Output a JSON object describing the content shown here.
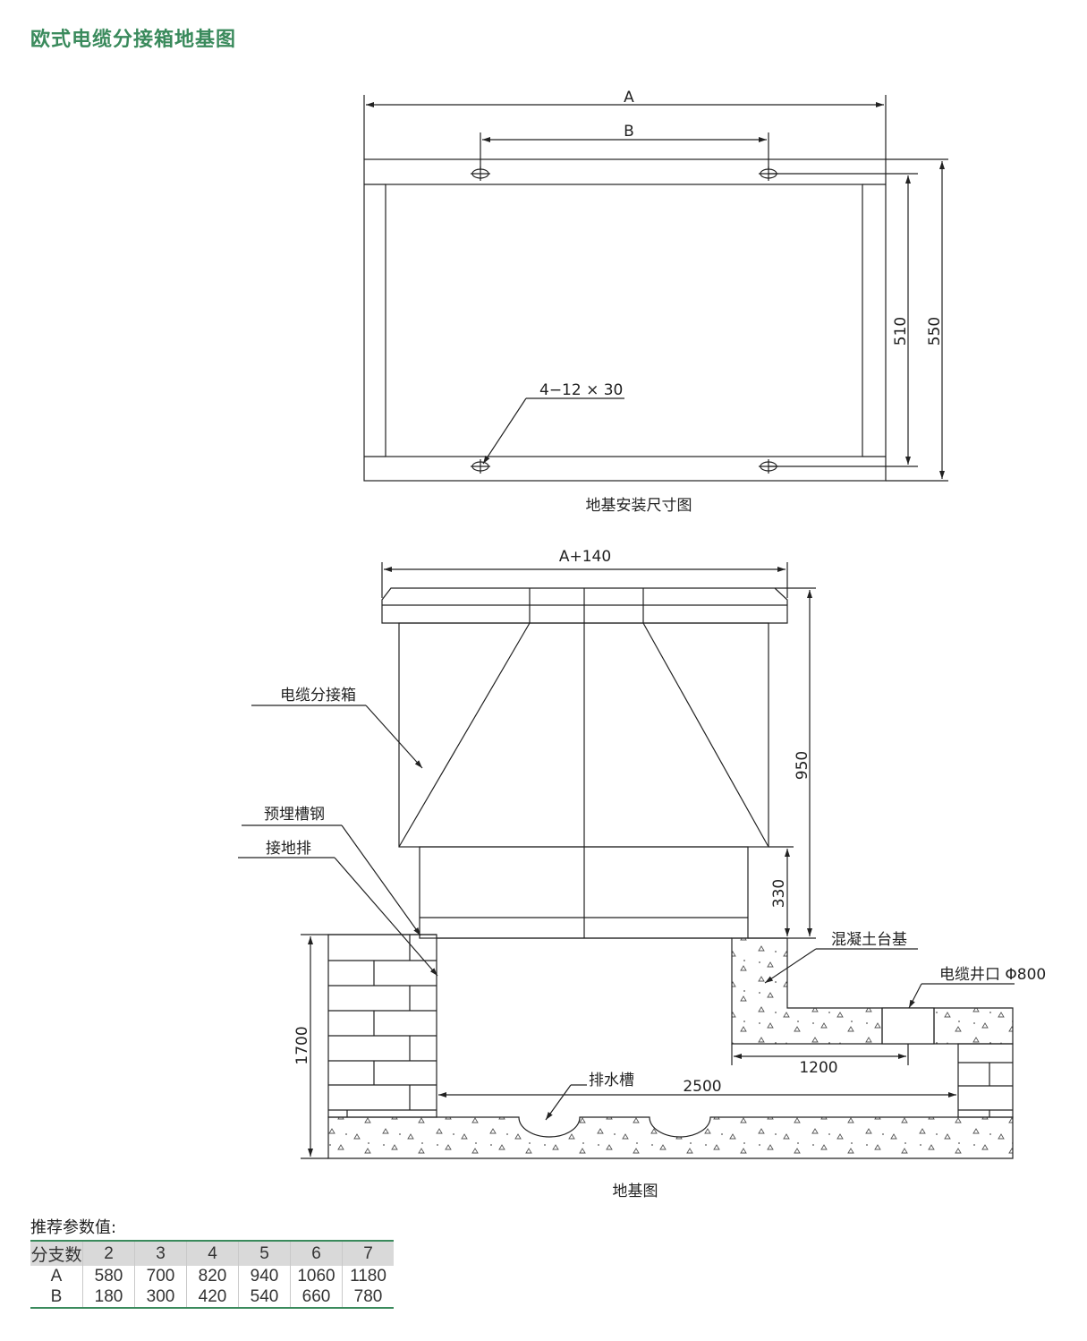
{
  "page": {
    "title": "欧式电缆分接箱地基图"
  },
  "plan": {
    "dim_a": "A",
    "dim_b": "B",
    "dim_510": "510",
    "dim_550": "550",
    "hole_spec": "4−12 × 30",
    "caption": "地基安装尺寸图"
  },
  "section": {
    "dim_width": "A+140",
    "dim_950": "950",
    "dim_330": "330",
    "dim_1700": "1700",
    "dim_2500": "2500",
    "dim_1200": "1200",
    "label_box": "电缆分接箱",
    "label_channel": "预埋槽钢",
    "label_ground": "接地排",
    "label_concrete": "混凝土台基",
    "label_well": "电缆井口 Φ800",
    "label_drain": "排水槽",
    "caption": "地基图"
  },
  "params": {
    "label": "推荐参数值:",
    "headers": [
      "分支数",
      "2",
      "3",
      "4",
      "5",
      "6",
      "7"
    ],
    "row_a": [
      "A",
      "580",
      "700",
      "820",
      "940",
      "1060",
      "1180"
    ],
    "row_b": [
      "B",
      "180",
      "300",
      "420",
      "540",
      "660",
      "780"
    ]
  },
  "colors": {
    "accent": "#3a8a5c",
    "header_fill": "#d9d9d9",
    "line": "#222222"
  }
}
